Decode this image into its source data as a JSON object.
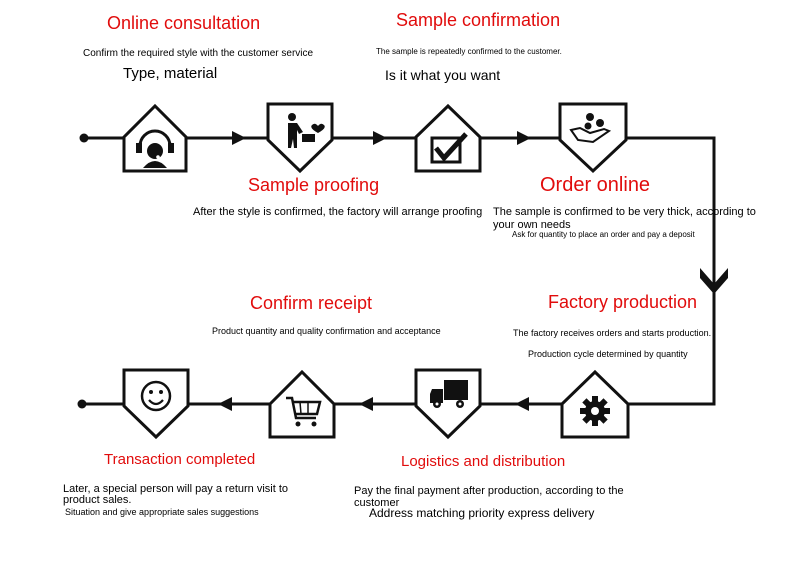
{
  "colors": {
    "title": "#e10c0c",
    "line": "#111111",
    "text": "#000000"
  },
  "steps": [
    {
      "title": "Online consultation",
      "desc": [
        "Confirm the required style with the customer service",
        "Type, material"
      ],
      "icon": "headset-agent-icon"
    },
    {
      "title": "Sample confirmation",
      "desc": [
        "The sample is repeatedly confirmed to the customer.",
        "Is it what you want"
      ],
      "icon": "checkbox-icon"
    },
    {
      "title": "Sample proofing",
      "desc": [
        "After the style is confirmed, the factory will arrange proofing"
      ],
      "icon": "presenter-icon"
    },
    {
      "title": "Order online",
      "desc": [
        "The sample is confirmed to be very thick, according to your own needs",
        "Ask for quantity to place an order and pay a deposit"
      ],
      "icon": "coins-hand-icon"
    },
    {
      "title": "Factory production",
      "desc": [
        "The factory receives orders and starts production.",
        "Production cycle determined by quantity"
      ],
      "icon": "gear-icon"
    },
    {
      "title": "Confirm receipt",
      "desc": [
        "Product quantity and quality confirmation and acceptance"
      ],
      "icon": "shopping-cart-icon"
    },
    {
      "title": "Logistics and distribution",
      "desc": [
        "Pay the final payment after production, according to the customer",
        "Address matching priority express delivery"
      ],
      "icon": "truck-icon"
    },
    {
      "title": "Transaction completed",
      "desc": [
        "Later, a special person will pay a return visit to product sales.",
        "Situation and give appropriate sales suggestions"
      ],
      "icon": "smiley-icon"
    }
  ]
}
